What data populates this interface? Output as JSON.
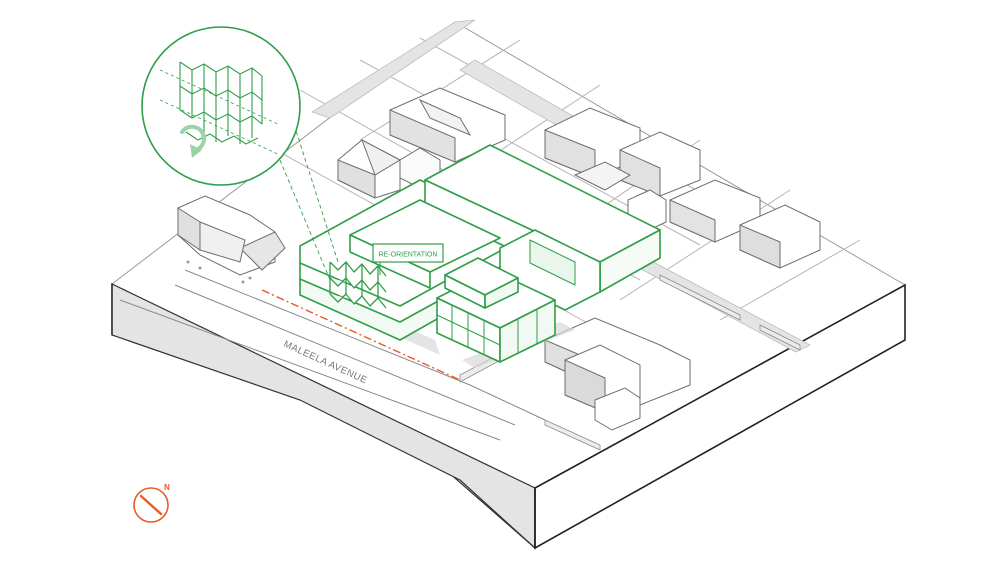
{
  "labels": {
    "reorientation": "RE-ORIENTATION",
    "street": "MALEELA AVENUE",
    "north": "N"
  },
  "colors": {
    "accent_green": "#2e9e48",
    "light_green": "#bfe3c4",
    "boundary_red": "#e85a2a",
    "north_orange": "#e85a2a",
    "building_outline": "#7a7a7a",
    "building_fill": "#ffffff",
    "ground_shade": "#dcdcdc",
    "base_side": "#e6e6e6"
  },
  "icons": {
    "north_arrow": "compass-north-icon",
    "rotation": "rotate-arrow-icon"
  }
}
